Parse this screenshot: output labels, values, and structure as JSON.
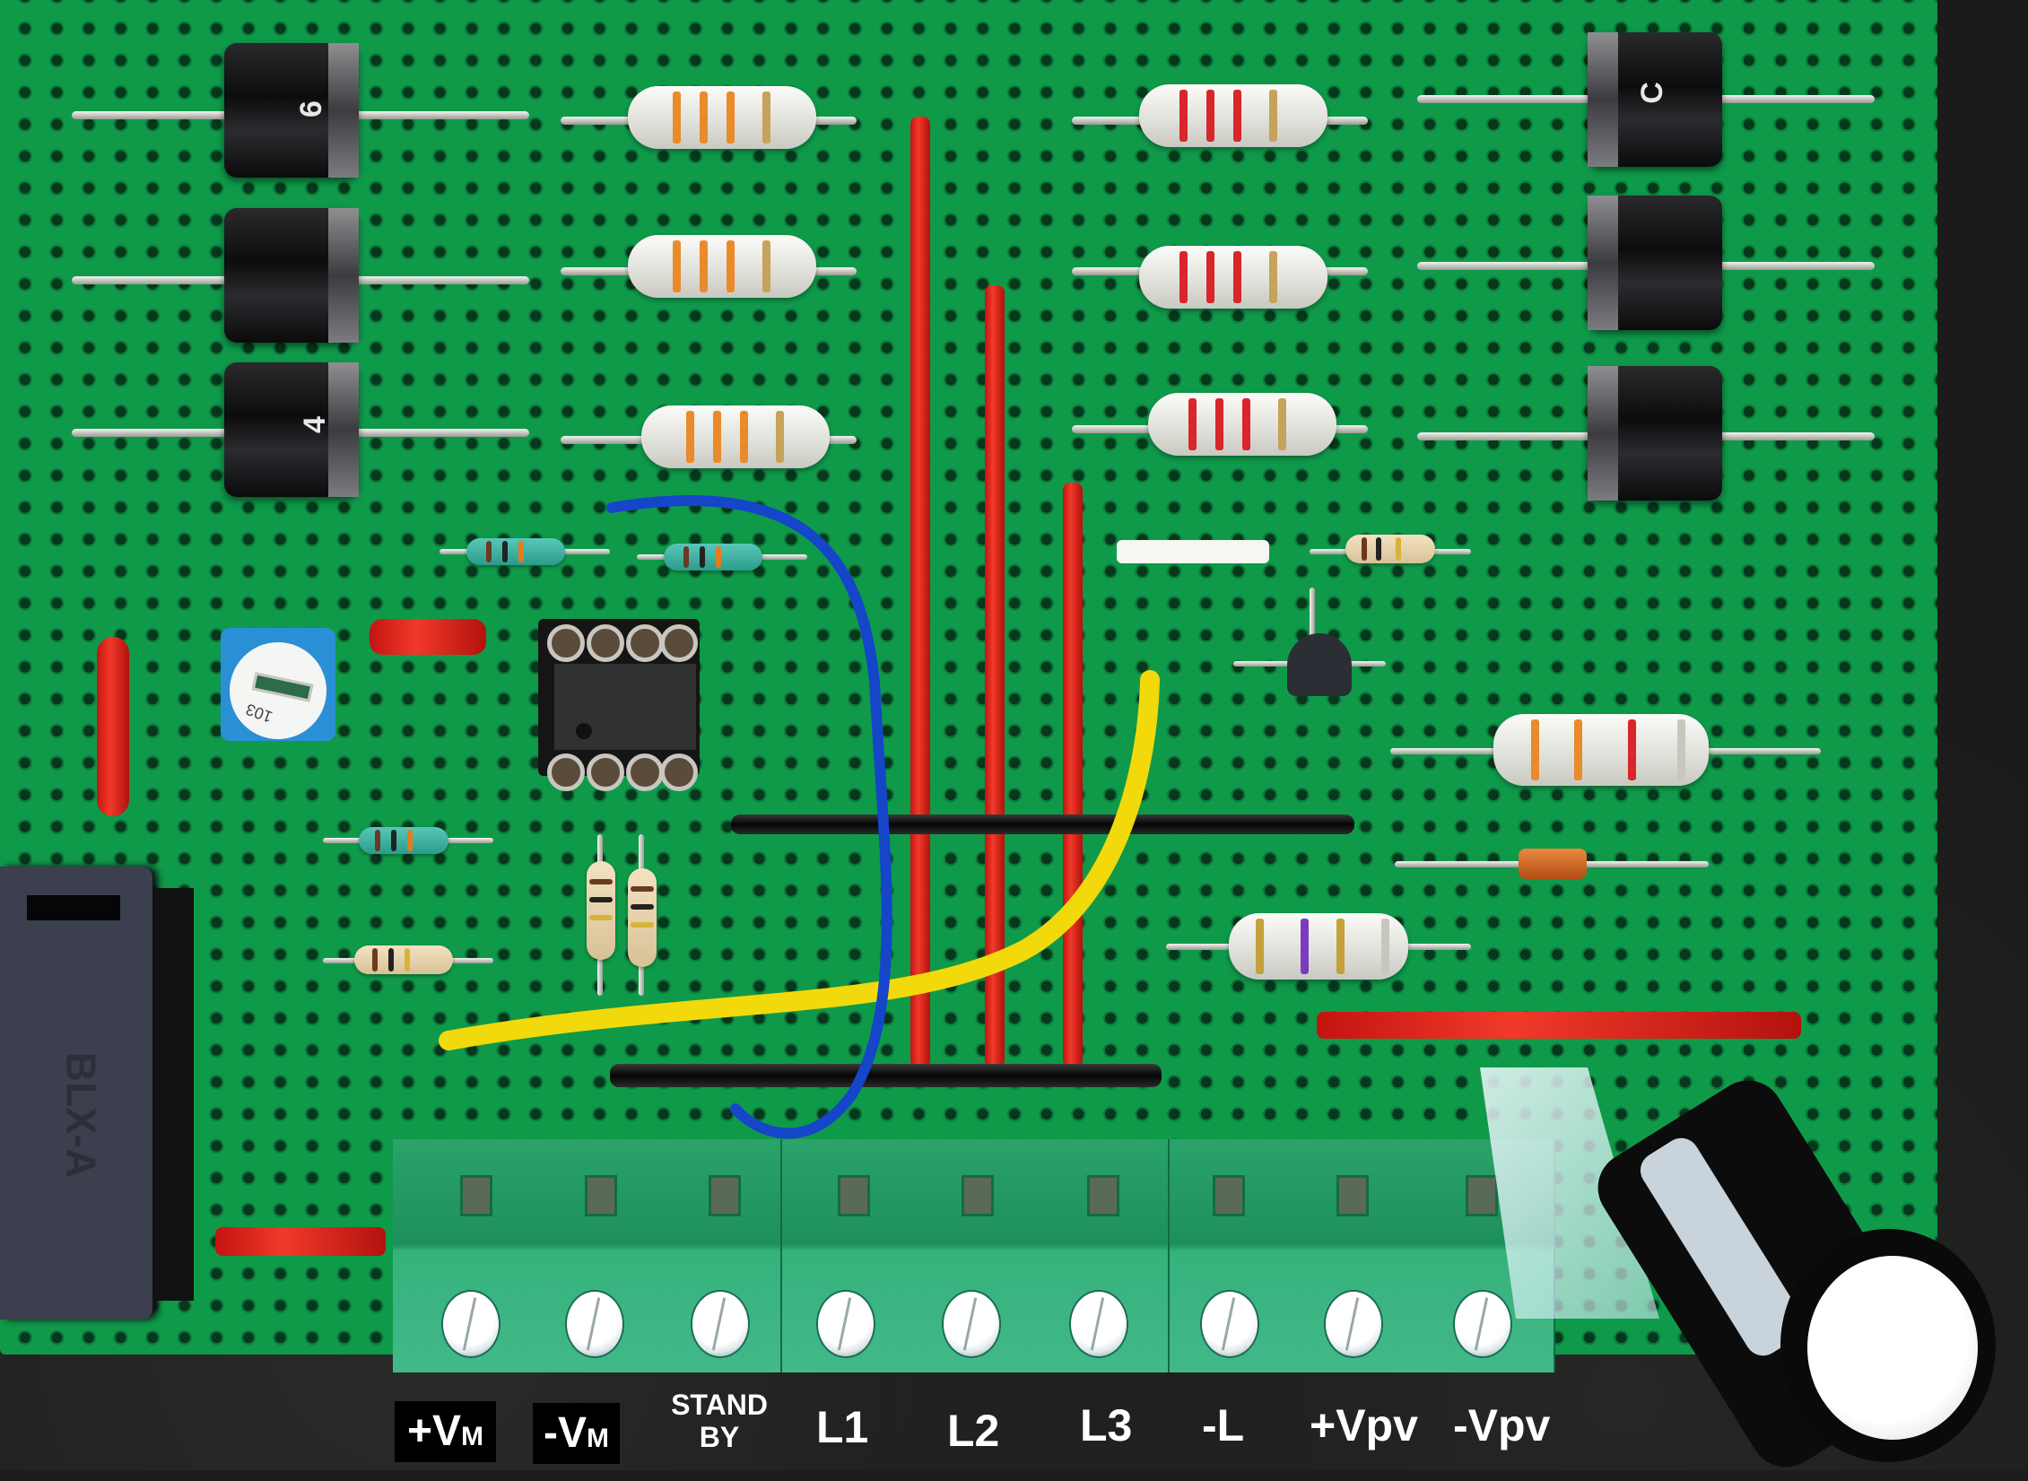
{
  "scene": {
    "subject": "Prototyping perfboard circuit with terminal block",
    "board_color": "#0f9a4a",
    "background_color": "#1b1b1a"
  },
  "terminal_labels": [
    {
      "id": "pos-vm",
      "main": "+V",
      "sub": "M",
      "boxed": true
    },
    {
      "id": "neg-vm",
      "main": "-V",
      "sub": "M",
      "boxed": true
    },
    {
      "id": "standby",
      "line1": "STAND",
      "line2": "BY",
      "boxed": false
    },
    {
      "id": "l1",
      "main": "L1",
      "boxed": false
    },
    {
      "id": "l2",
      "main": "L2",
      "boxed": false
    },
    {
      "id": "l3",
      "main": "L3",
      "boxed": false
    },
    {
      "id": "neg-l",
      "main": "-L",
      "boxed": false
    },
    {
      "id": "pos-vpv",
      "main": "+Vpv",
      "boxed": false
    },
    {
      "id": "neg-vpv",
      "main": "-Vpv",
      "boxed": false
    }
  ],
  "component_marks": {
    "diode_left_top": "6",
    "diode_left_bottom": "4",
    "diode_right_top": "C",
    "trimmer": "103",
    "fuse_holder": "BLX-A"
  },
  "terminal_count": 9
}
